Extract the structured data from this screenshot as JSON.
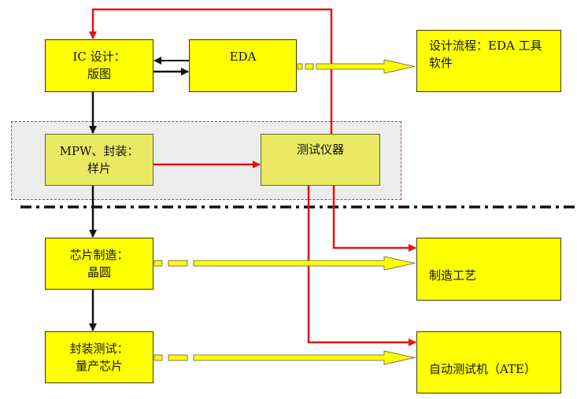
{
  "nodes": {
    "ic_design": {
      "line1": "IC 设计：",
      "line2": "版图"
    },
    "eda": {
      "label": "EDA"
    },
    "design_flow": {
      "line1": "设计流程：EDA 工具",
      "line2": "软件"
    },
    "mpw_package": {
      "line1": "MPW、封装：",
      "line2": "样片"
    },
    "test_instrument": {
      "label": "测试仪器"
    },
    "chip_manufacture": {
      "line1": "芯片制造：",
      "line2": "晶圆"
    },
    "process": {
      "label": "制造工艺"
    },
    "package_test": {
      "line1": "封装测试：",
      "line2": "量产芯片"
    },
    "ate": {
      "label": "自动测试机（ATE）"
    }
  },
  "colors": {
    "box_fill": "#ffff00",
    "region_box_fill": "#e9e963",
    "red_arrow": "#e81010",
    "black_arrow": "#111111",
    "yellow_arrow": "#ffff00"
  }
}
